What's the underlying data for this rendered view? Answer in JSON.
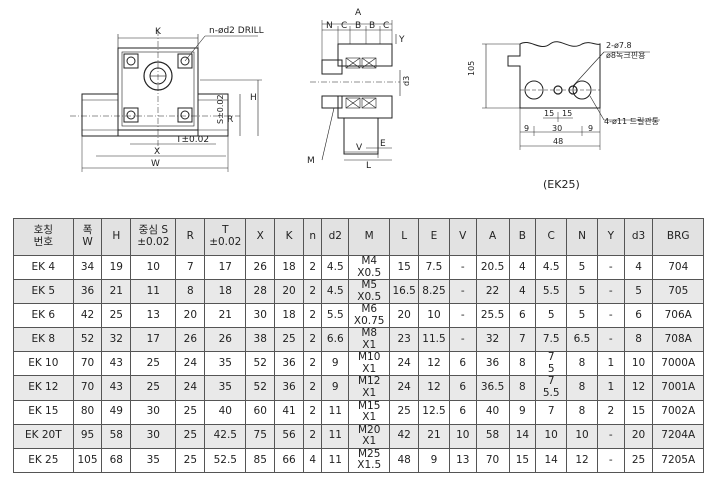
{
  "drawing": {
    "labels": {
      "K": "K",
      "drill": "n-ød2 DRILL",
      "H": "H",
      "R": "R",
      "S": "S±0.02",
      "T": "T±0.02",
      "X": "X",
      "W": "W",
      "A": "A",
      "N": "N",
      "C": "C",
      "B1": "B",
      "B2": "B",
      "C2": "C",
      "Y": "Y",
      "d3": "d3",
      "V": "V",
      "M": "M",
      "L": "L",
      "E": "E",
      "dim105": "105",
      "hole_callout_1": "2-ø7.8",
      "hole_callout_2": "ø8녹크핀용",
      "dim15a": "15",
      "dim15b": "15",
      "dim9a": "9",
      "dim30": "30",
      "dim9b": "9",
      "dim48": "48",
      "drill_callout": "4-ø11 드릴관통"
    },
    "caption": "(EK25)"
  },
  "table": {
    "headers": [
      [
        "호칭",
        "번호"
      ],
      [
        "폭",
        "W"
      ],
      [
        "H"
      ],
      [
        "중심 S",
        "±0.02"
      ],
      [
        "R"
      ],
      [
        "T",
        "±0.02"
      ],
      [
        "X"
      ],
      [
        "K"
      ],
      [
        "n"
      ],
      [
        "d2"
      ],
      [
        "M"
      ],
      [
        "L"
      ],
      [
        "E"
      ],
      [
        "V"
      ],
      [
        "A"
      ],
      [
        "B"
      ],
      [
        "C"
      ],
      [
        "N"
      ],
      [
        "Y"
      ],
      [
        "d3"
      ],
      [
        "BRG"
      ]
    ],
    "rows": [
      [
        [
          "EK 4"
        ],
        [
          "34"
        ],
        [
          "19"
        ],
        [
          "10"
        ],
        [
          "7"
        ],
        [
          "17"
        ],
        [
          "26"
        ],
        [
          "18"
        ],
        [
          "2"
        ],
        [
          "4.5"
        ],
        [
          "M4",
          "X0.5"
        ],
        [
          "15"
        ],
        [
          "7.5"
        ],
        [
          "-"
        ],
        [
          "20.5"
        ],
        [
          "4"
        ],
        [
          "4.5"
        ],
        [
          "5"
        ],
        [
          "-"
        ],
        [
          "4"
        ],
        [
          "704"
        ]
      ],
      [
        [
          "EK 5"
        ],
        [
          "36"
        ],
        [
          "21"
        ],
        [
          "11"
        ],
        [
          "8"
        ],
        [
          "18"
        ],
        [
          "28"
        ],
        [
          "20"
        ],
        [
          "2"
        ],
        [
          "4.5"
        ],
        [
          "M5",
          "X0.5"
        ],
        [
          "16.5"
        ],
        [
          "8.25"
        ],
        [
          "-"
        ],
        [
          "22"
        ],
        [
          "4"
        ],
        [
          "5.5"
        ],
        [
          "5"
        ],
        [
          "-"
        ],
        [
          "5"
        ],
        [
          "705"
        ]
      ],
      [
        [
          "EK 6"
        ],
        [
          "42"
        ],
        [
          "25"
        ],
        [
          "13"
        ],
        [
          "20"
        ],
        [
          "21"
        ],
        [
          "30"
        ],
        [
          "18"
        ],
        [
          "2"
        ],
        [
          "5.5"
        ],
        [
          "M6",
          "X0.75"
        ],
        [
          "20"
        ],
        [
          "10"
        ],
        [
          "-"
        ],
        [
          "25.5"
        ],
        [
          "6"
        ],
        [
          "5"
        ],
        [
          "5"
        ],
        [
          "-"
        ],
        [
          "6"
        ],
        [
          "706A"
        ]
      ],
      [
        [
          "EK 8"
        ],
        [
          "52"
        ],
        [
          "32"
        ],
        [
          "17"
        ],
        [
          "26"
        ],
        [
          "26"
        ],
        [
          "38"
        ],
        [
          "25"
        ],
        [
          "2"
        ],
        [
          "6.6"
        ],
        [
          "M8",
          "X1"
        ],
        [
          "23"
        ],
        [
          "11.5"
        ],
        [
          "-"
        ],
        [
          "32"
        ],
        [
          "7"
        ],
        [
          "7.5"
        ],
        [
          "6.5"
        ],
        [
          "-"
        ],
        [
          "8"
        ],
        [
          "708A"
        ]
      ],
      [
        [
          "EK 10"
        ],
        [
          "70"
        ],
        [
          "43"
        ],
        [
          "25"
        ],
        [
          "24"
        ],
        [
          "35"
        ],
        [
          "52"
        ],
        [
          "36"
        ],
        [
          "2"
        ],
        [
          "9"
        ],
        [
          "M10",
          "X1"
        ],
        [
          "24"
        ],
        [
          "12"
        ],
        [
          "6"
        ],
        [
          "36"
        ],
        [
          "8"
        ],
        [
          "7",
          "5"
        ],
        [
          "8"
        ],
        [
          "1"
        ],
        [
          "10"
        ],
        [
          "7000A"
        ]
      ],
      [
        [
          "EK 12"
        ],
        [
          "70"
        ],
        [
          "43"
        ],
        [
          "25"
        ],
        [
          "24"
        ],
        [
          "35"
        ],
        [
          "52"
        ],
        [
          "36"
        ],
        [
          "2"
        ],
        [
          "9"
        ],
        [
          "M12",
          "X1"
        ],
        [
          "24"
        ],
        [
          "12"
        ],
        [
          "6"
        ],
        [
          "36.5"
        ],
        [
          "8"
        ],
        [
          "7",
          "5.5"
        ],
        [
          "8"
        ],
        [
          "1"
        ],
        [
          "12"
        ],
        [
          "7001A"
        ]
      ],
      [
        [
          "EK 15"
        ],
        [
          "80"
        ],
        [
          "49"
        ],
        [
          "30"
        ],
        [
          "25"
        ],
        [
          "40"
        ],
        [
          "60"
        ],
        [
          "41"
        ],
        [
          "2"
        ],
        [
          "11"
        ],
        [
          "M15",
          "X1"
        ],
        [
          "25"
        ],
        [
          "12.5"
        ],
        [
          "6"
        ],
        [
          "40"
        ],
        [
          "9"
        ],
        [
          "7"
        ],
        [
          "8"
        ],
        [
          "2"
        ],
        [
          "15"
        ],
        [
          "7002A"
        ]
      ],
      [
        [
          "EK 20T"
        ],
        [
          "95"
        ],
        [
          "58"
        ],
        [
          "30"
        ],
        [
          "25"
        ],
        [
          "42.5"
        ],
        [
          "75"
        ],
        [
          "56"
        ],
        [
          "2"
        ],
        [
          "11"
        ],
        [
          "M20",
          "X1"
        ],
        [
          "42"
        ],
        [
          "21"
        ],
        [
          "10"
        ],
        [
          "58"
        ],
        [
          "14"
        ],
        [
          "10"
        ],
        [
          "10"
        ],
        [
          "-"
        ],
        [
          "20"
        ],
        [
          "7204A"
        ]
      ],
      [
        [
          "EK 25"
        ],
        [
          "105"
        ],
        [
          "68"
        ],
        [
          "35"
        ],
        [
          "25"
        ],
        [
          "52.5"
        ],
        [
          "85"
        ],
        [
          "66"
        ],
        [
          "4"
        ],
        [
          "11"
        ],
        [
          "M25",
          "X1.5"
        ],
        [
          "48"
        ],
        [
          "9"
        ],
        [
          "13"
        ],
        [
          "70"
        ],
        [
          "15"
        ],
        [
          "14"
        ],
        [
          "12"
        ],
        [
          "-"
        ],
        [
          "25"
        ],
        [
          "7205A"
        ]
      ]
    ]
  }
}
